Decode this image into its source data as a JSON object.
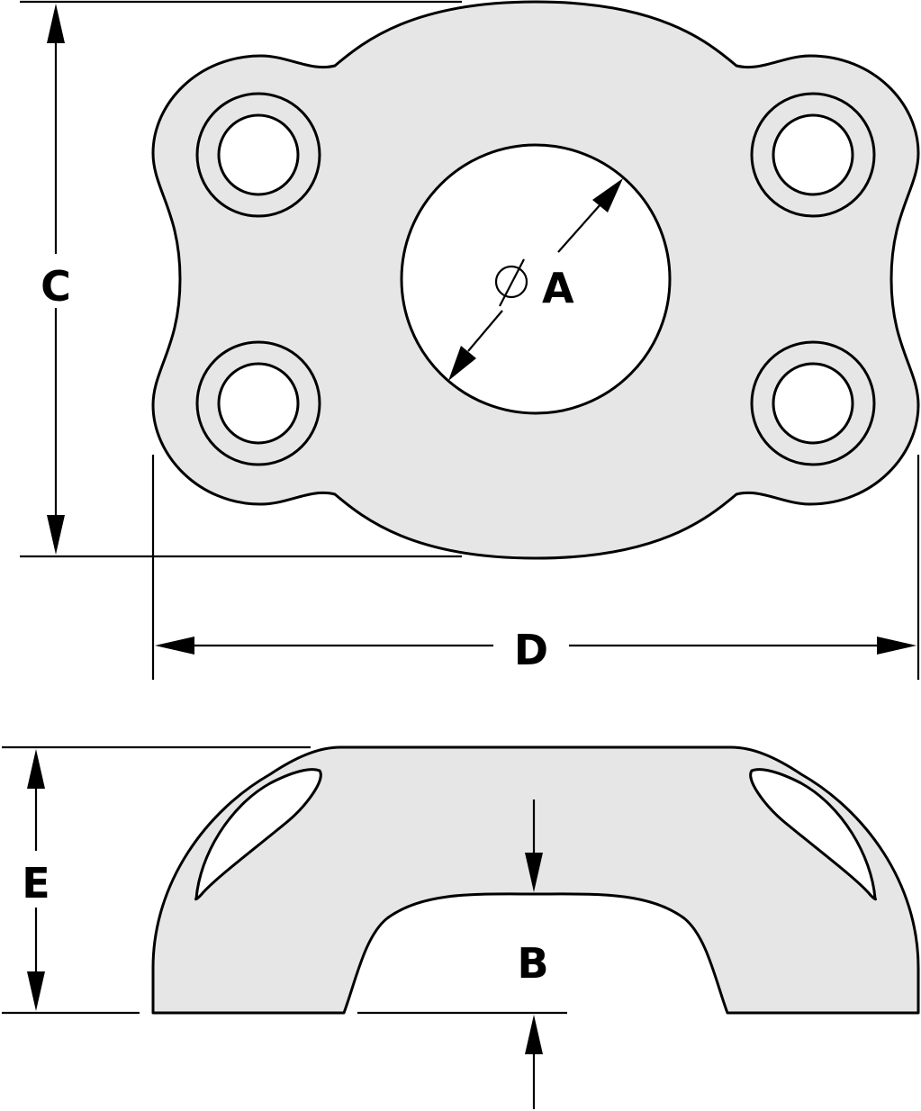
{
  "labels": {
    "a_symbol": "⌀",
    "a": "A",
    "b": "B",
    "c": "C",
    "d": "D",
    "e": "E"
  },
  "colors": {
    "part_fill": "#e6e6e6",
    "line": "#000000",
    "background": "#ffffff"
  }
}
